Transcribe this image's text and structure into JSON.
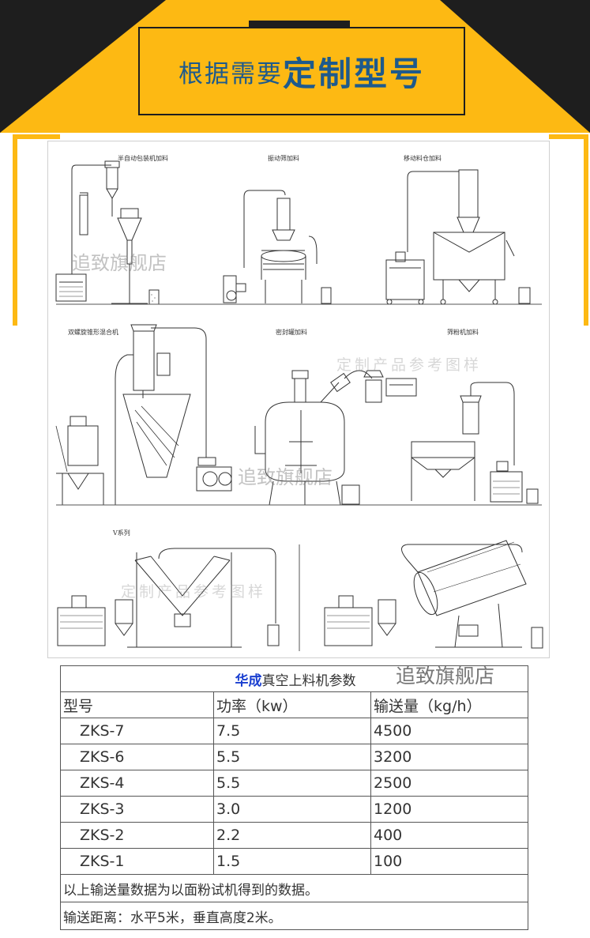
{
  "header": {
    "title_plain": "根据需要",
    "title_bold": "定制型号"
  },
  "diagrams": {
    "captions": [
      "半自动包装机加料",
      "振动筛加料",
      "移动料仓加料",
      "双螺旋锥形混合机",
      "密封罐加料",
      "筛粉机加料",
      "V系列"
    ],
    "watermarks": {
      "shop1": "追致旗舰店",
      "shop2": "追致旗舰店",
      "sample1": "定制产品参考图样",
      "sample2": "定制产品参考图样"
    }
  },
  "table": {
    "title_brand": "华成",
    "title_rest": "真空上料机参数",
    "watermark": "追致旗舰店",
    "headers": [
      "型号",
      "功率（kw）",
      "输送量（kg/h）"
    ],
    "rows": [
      {
        "model": "ZKS-7",
        "power": "7.5",
        "capacity": "4500"
      },
      {
        "model": "ZKS-6",
        "power": "5.5",
        "capacity": "3200"
      },
      {
        "model": "ZKS-4",
        "power": "5.5",
        "capacity": "2500"
      },
      {
        "model": "ZKS-3",
        "power": "3.0",
        "capacity": "1200"
      },
      {
        "model": "ZKS-2",
        "power": "2.2",
        "capacity": "400"
      },
      {
        "model": "ZKS-1",
        "power": "1.5",
        "capacity": "100"
      }
    ],
    "notes": [
      "以上输送量数据为以面粉试机得到的数据。",
      "输送距离：水平5米，垂直高度2米。"
    ]
  },
  "colors": {
    "banner_yellow": "#fdb913",
    "banner_dark": "#1e1e1e",
    "title_blue": "#1e5a8c",
    "brand_blue": "#1a3fd0"
  }
}
